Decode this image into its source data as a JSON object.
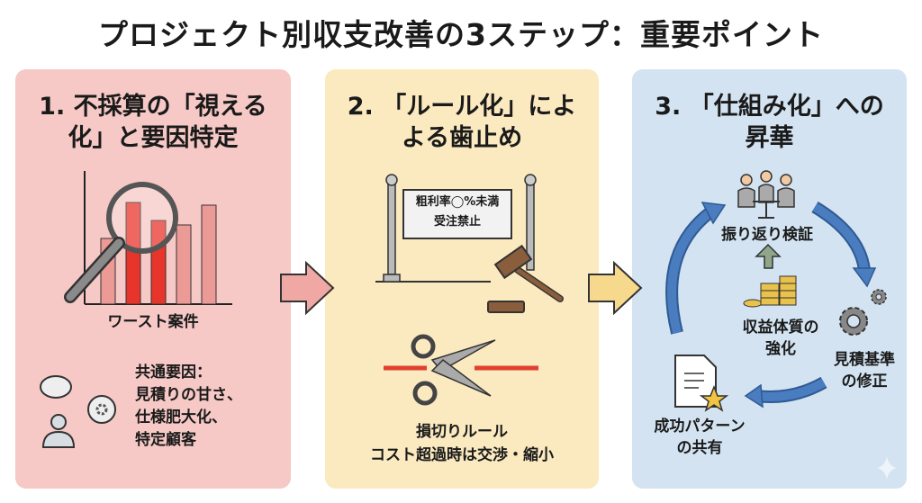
{
  "title": "プロジェクト別収支改善の3ステップ：重要ポイント",
  "steps": [
    {
      "title_line1": "1. 不採算の「視える",
      "title_line2": "化」と要因特定",
      "chart_label": "ワースト案件",
      "causes": [
        "共通要因：",
        "見積りの甘さ、",
        "仕様肥大化、",
        "特定顧客"
      ],
      "color": "#f6c9c6"
    },
    {
      "title_line1": "2. 「ルール化」によ",
      "title_line2": "よる歯止め",
      "sign_line1": "粗利率◯%未満",
      "sign_line2": "受注禁止",
      "cut_line1": "損切りルール",
      "cut_line2": "コスト超過時は交渉・縮小",
      "color": "#fbeac0"
    },
    {
      "title_line1": "3. 「仕組み化」への",
      "title_line2": "昇華",
      "cycle": {
        "review": "振り返り検証",
        "standard_line1": "見積基準",
        "standard_line2": "の修正",
        "share_line1": "成功パターン",
        "share_line2": "の共有",
        "center_line1": "収益体質の",
        "center_line2": "強化"
      },
      "color": "#d3e3f1"
    }
  ],
  "colors": {
    "arrow_blue": "#4a7cc0",
    "bar_red": "#e8352b",
    "bar_pink": "#ec9a96"
  }
}
